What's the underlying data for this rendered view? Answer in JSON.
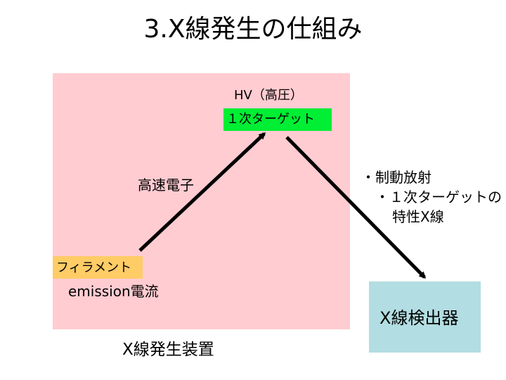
{
  "title": "3.X線発生の仕組み",
  "hv_label": "HV（高圧）",
  "target_label": "１次ターゲット",
  "electron_label": "高速電子",
  "filament_label": "フィラメント",
  "emission_label": "emission電流",
  "generator_label": "X線発生装置",
  "emission_types": {
    "line1": "・制動放射",
    "line2": "・１次ターゲットの",
    "line3": "特性X線"
  },
  "detector_label": "X線検出器",
  "colors": {
    "generator_bg": "#ffccd1",
    "target_bg": "#00ee33",
    "filament_bg": "#ffcc66",
    "detector_bg": "#b2dde2",
    "arrow": "#000000"
  }
}
